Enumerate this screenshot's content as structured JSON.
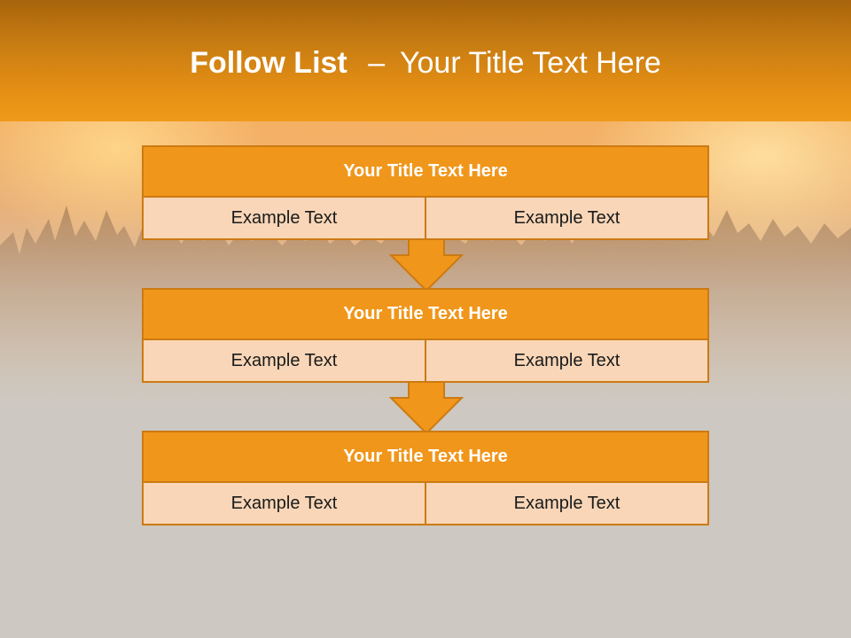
{
  "header": {
    "title_bold": "Follow List",
    "title_sep": "–",
    "title_rest": "Your Title Text Here"
  },
  "steps": [
    {
      "title": "Your Title Text Here",
      "left": "Example Text",
      "right": "Example Text"
    },
    {
      "title": "Your Title Text Here",
      "left": "Example Text",
      "right": "Example Text"
    },
    {
      "title": "Your Title Text Here",
      "left": "Example Text",
      "right": "Example Text"
    }
  ],
  "colors": {
    "accent": "#f0961a",
    "border": "#cc7a12",
    "cell_fill": "#f8d6b7",
    "background": "#cdc8c1"
  }
}
